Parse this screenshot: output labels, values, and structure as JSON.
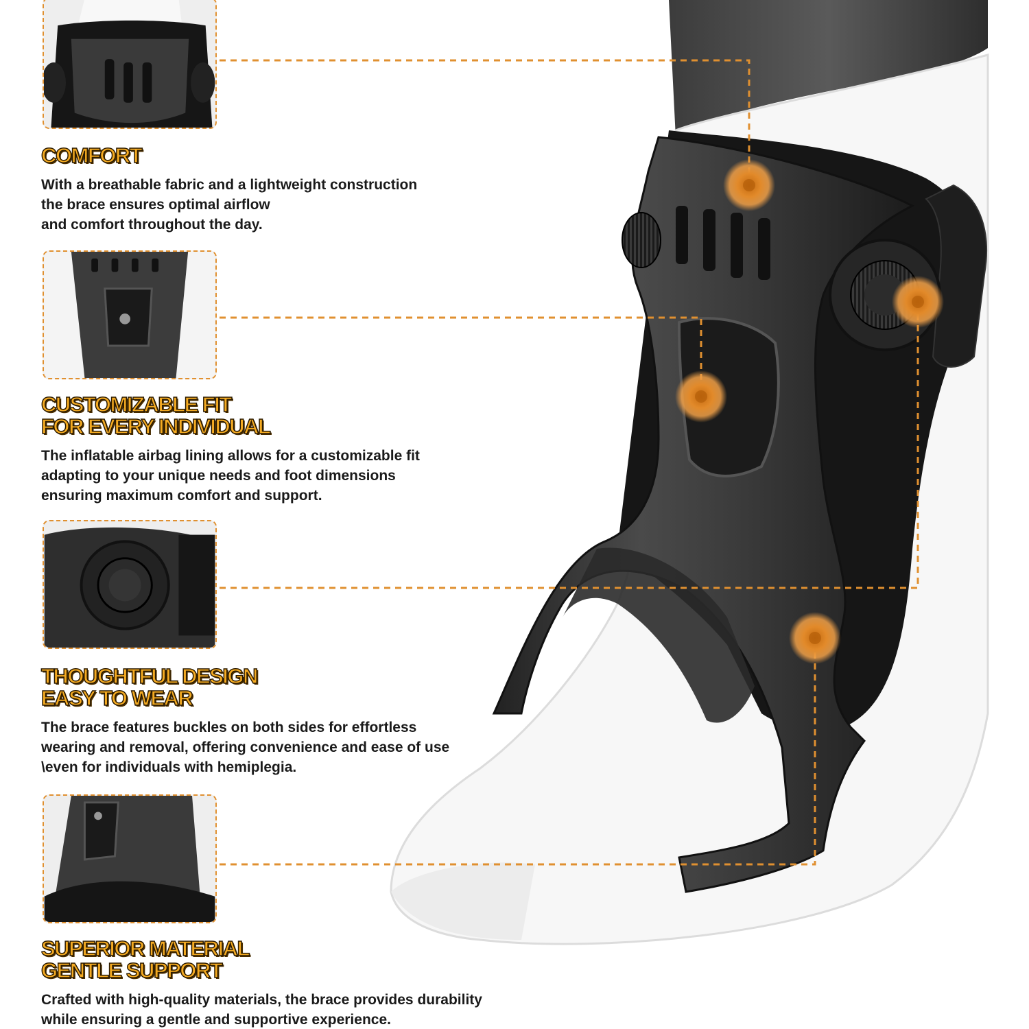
{
  "theme": {
    "accent": "#f5ab22",
    "accent_outline": "#2a1a00",
    "dashed_line": "#e09030",
    "text": "#1a1a1a",
    "background": "#ffffff"
  },
  "features": [
    {
      "title_lines": [
        "COMFORT"
      ],
      "body_lines": [
        "With a breathable fabric and a lightweight construction",
        "the brace ensures optimal airflow",
        "and comfort throughout the day."
      ]
    },
    {
      "title_lines": [
        "CUSTOMIZABLE FIT",
        "FOR EVERY INDIVIDUAL"
      ],
      "body_lines": [
        "The inflatable airbag lining allows for a customizable fit",
        "adapting to your unique needs and foot dimensions",
        "ensuring maximum comfort and support."
      ]
    },
    {
      "title_lines": [
        "THOUGHTFUL DESIGN",
        "EASY TO WEAR"
      ],
      "body_lines": [
        "The brace features buckles on both sides for effortless",
        "wearing and removal, offering convenience and ease of use",
        "\\even for individuals with hemiplegia."
      ]
    },
    {
      "title_lines": [
        "SUPERIOR MATERIAL",
        "GENTLE SUPPORT"
      ],
      "body_lines": [
        "Crafted with high-quality materials, the brace provides durability",
        "while ensuring a gentle and supportive experience."
      ]
    }
  ],
  "icons": {
    "hotspot": "hotspot-marker-icon",
    "dial": "dial-knob-icon",
    "valve": "air-valve-icon"
  }
}
